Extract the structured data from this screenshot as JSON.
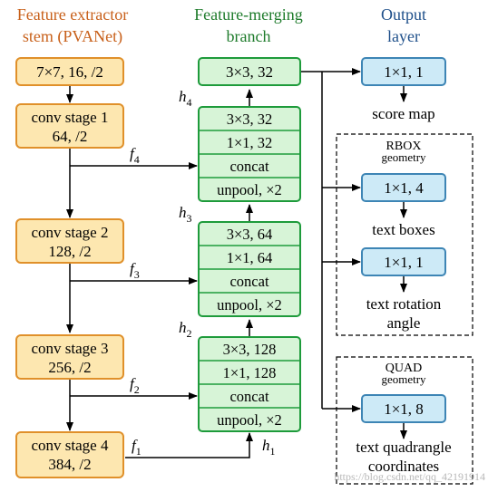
{
  "headers": {
    "stem": [
      "Feature extractor",
      "stem (PVANet)"
    ],
    "merge": [
      "Feature-merging",
      "branch"
    ],
    "output": [
      "Output",
      "layer"
    ]
  },
  "colors": {
    "stem_text": "#c8601a",
    "merge_text": "#1e7b2b",
    "output_text": "#1e4f8a",
    "stem_fill": "#fde7b0",
    "stem_stroke": "#e0902a",
    "merge_fill": "#d7f4d7",
    "merge_stroke": "#1e9b3b",
    "out_fill": "#cdeaf7",
    "out_stroke": "#3d85b5"
  },
  "stem": [
    {
      "lines": [
        "7×7, 16, /2"
      ]
    },
    {
      "lines": [
        "conv stage 1",
        "64, /2"
      ]
    },
    {
      "lines": [
        "conv stage 2",
        "128, /2"
      ]
    },
    {
      "lines": [
        "conv stage 3",
        "256, /2"
      ]
    },
    {
      "lines": [
        "conv stage 4",
        "384, /2"
      ]
    }
  ],
  "merge": {
    "top": "3×3, 32",
    "groups": [
      [
        "3×3, 32",
        "1×1, 32",
        "concat",
        "unpool, ×2"
      ],
      [
        "3×3, 64",
        "1×1, 64",
        "concat",
        "unpool, ×2"
      ],
      [
        "3×3, 128",
        "1×1, 128",
        "concat",
        "unpool, ×2"
      ]
    ]
  },
  "f_labels": [
    "f",
    "f",
    "f",
    "f"
  ],
  "f_subs": [
    "4",
    "3",
    "2",
    "1"
  ],
  "h_labels": [
    "h",
    "h",
    "h",
    "h"
  ],
  "h_subs": [
    "4",
    "3",
    "2",
    "1"
  ],
  "outputs": [
    {
      "box": "1×1, 1",
      "caption": [
        "score map"
      ]
    },
    {
      "box": "1×1, 4",
      "caption": [
        "text boxes"
      ]
    },
    {
      "box": "1×1, 1",
      "caption": [
        "text rotation",
        "angle"
      ]
    },
    {
      "box": "1×1, 8",
      "caption": [
        "text quadrangle",
        "coordinates"
      ]
    }
  ],
  "rbox_title": [
    "RBOX",
    "geometry"
  ],
  "quad_title": [
    "QUAD",
    "geometry"
  ],
  "watermark": "https://blog.csdn.net/qq_42191914"
}
